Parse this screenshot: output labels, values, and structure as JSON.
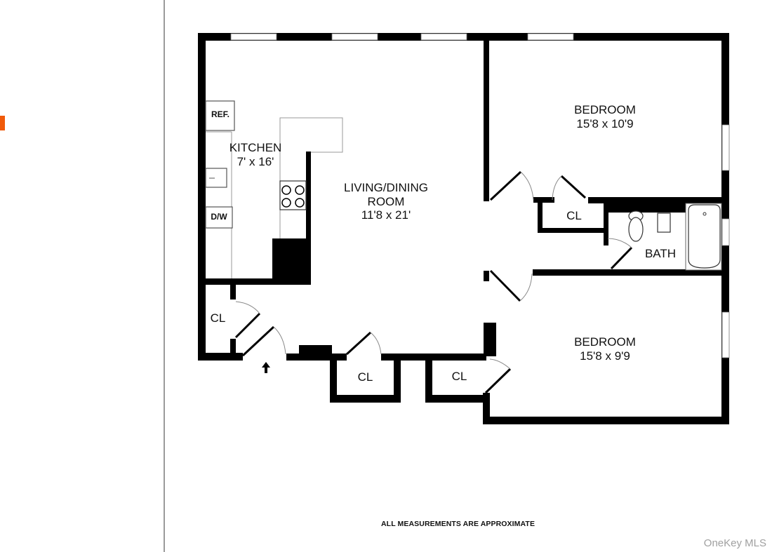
{
  "viewer": {
    "accent_color": "#f05a0a",
    "divider_color": "#9a9a9a"
  },
  "floorplan": {
    "rooms": {
      "kitchen": {
        "name": "KITCHEN",
        "size": "7' x 16'"
      },
      "living": {
        "name_line1": "LIVING/DINING",
        "name_line2": "ROOM",
        "size": "11'8 x 21'"
      },
      "bedroom1": {
        "name": "BEDROOM",
        "size": "15'8 x 10'9"
      },
      "bedroom2": {
        "name": "BEDROOM",
        "size": "15'8 x 9'9"
      },
      "bath": {
        "name": "BATH"
      },
      "closets": [
        "CL",
        "CL",
        "CL",
        "CL"
      ]
    },
    "fixtures": {
      "ref": "REF.",
      "dw": "D/W"
    },
    "note": "ALL MEASUREMENTS ARE APPROXIMATE",
    "watermark": "OneKey MLS"
  }
}
